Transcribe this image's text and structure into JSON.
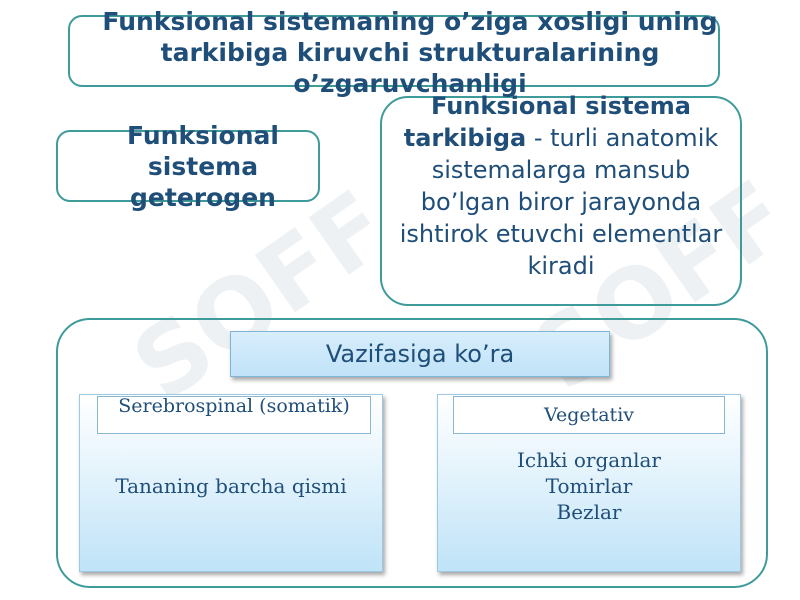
{
  "title": "Funksional sistemaning o’ziga xosligi uning tarkibiga kiruvchi strukturalarining o’zgaruvchanligi",
  "left_box": {
    "text": "Funksional sistema geterogen"
  },
  "right_box": {
    "bold_text": "Funksional sistema tarkibiga",
    "text": " -  turli anatomik sistemalarga mansub bo’lgan biror jarayonda ishtirok etuvchi elementlar kiradi"
  },
  "classification": {
    "header": "Vazifasiga ko’ra",
    "left": {
      "label": "Serebrospinal (somatik)",
      "body": "Tananing barcha qismi"
    },
    "right": {
      "label": "Vegetativ",
      "items": [
        "Ichki organlar",
        "Tomirlar",
        "Bezlar"
      ]
    }
  },
  "watermark": "SOFF",
  "colors": {
    "text": "#1f4e79",
    "outline": "#3f9a9a",
    "panel_fill": "#bfe3f8"
  }
}
